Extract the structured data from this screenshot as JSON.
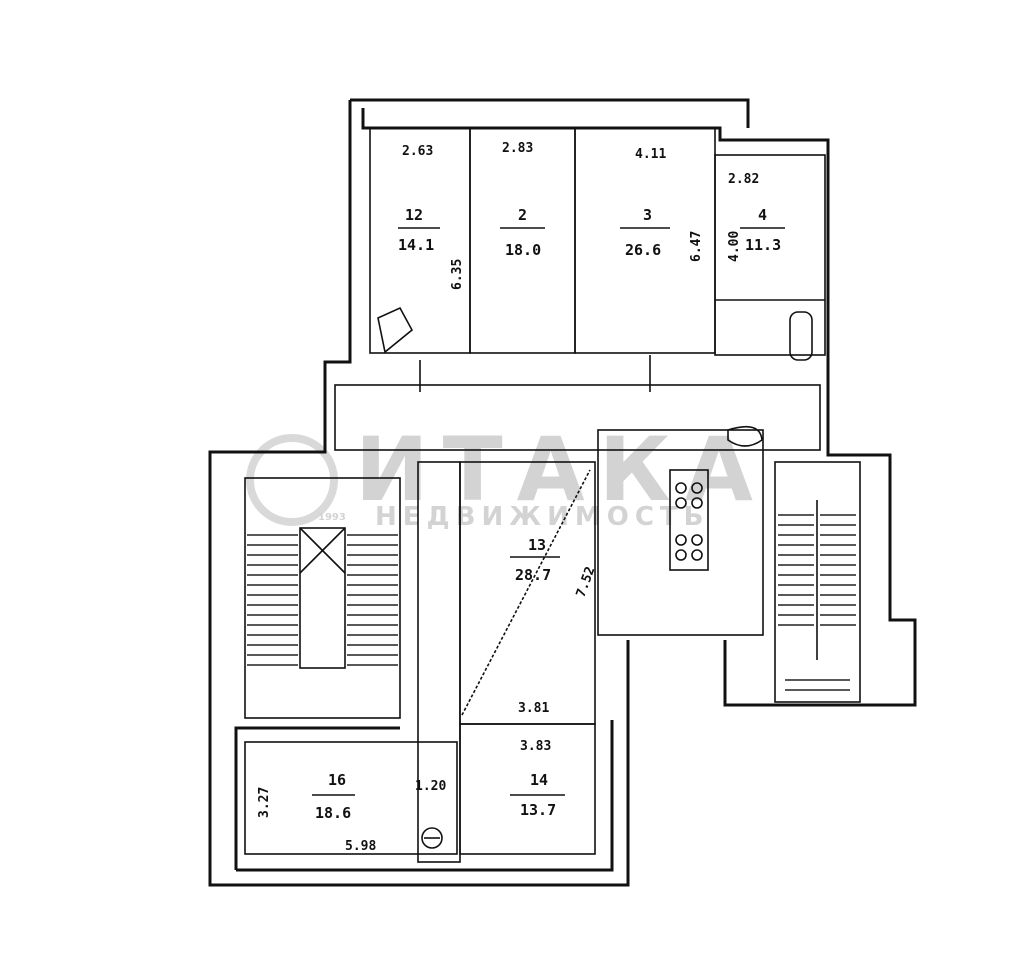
{
  "watermark": {
    "brand": "ИТАКА",
    "subtitle": "НЕДВИЖИМОСТЬ",
    "year": "1993"
  },
  "rooms": [
    {
      "id": "12",
      "area": "14.1",
      "dim_top": "2.63",
      "dim_side": "6.35"
    },
    {
      "id": "2",
      "area": "18.0",
      "dim_top": "2.83"
    },
    {
      "id": "3",
      "area": "26.6",
      "dim_top": "4.11",
      "dim_side": "6.47"
    },
    {
      "id": "4",
      "area": "11.3",
      "dim_top": "2.82",
      "dim_side": "4.00"
    },
    {
      "id": "13",
      "area": "28.7",
      "dim_side": "7.52",
      "dim_bottom": "3.81"
    },
    {
      "id": "14",
      "area": "13.7",
      "dim_top": "3.83"
    },
    {
      "id": "16",
      "area": "18.6",
      "dim_side": "3.27",
      "dim_bottom": "5.98",
      "dim_corridor": "1.20"
    }
  ]
}
